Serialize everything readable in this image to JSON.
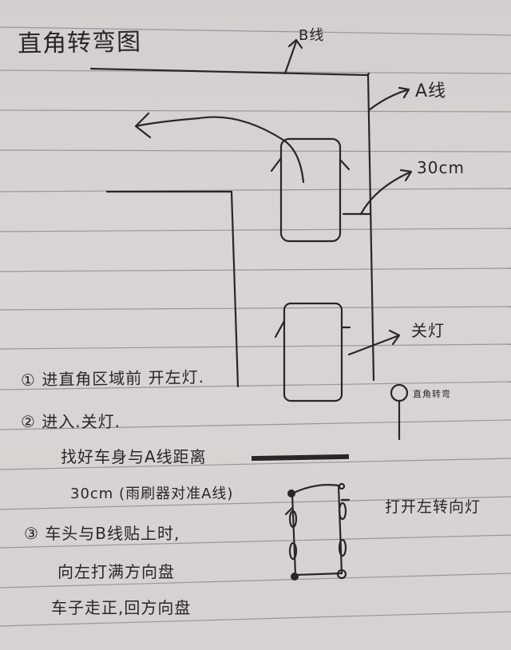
{
  "title": "直角转弯图",
  "labels": {
    "b_line": "B线",
    "a_line": "A线",
    "distance": "30cm",
    "lights_off": "关灯",
    "sign": "直角转弯",
    "turn_signal": "打开左转向灯"
  },
  "steps": [
    {
      "number": "①",
      "lines": [
        "进直角区域前 开左灯."
      ]
    },
    {
      "number": "②",
      "lines": [
        "进入.关灯.",
        "找好车身与A线距离",
        "30cm (雨刷器对准A线)"
      ]
    },
    {
      "number": "③",
      "lines": [
        "车头与B线贴上时,",
        "向左打满方向盘",
        "车子走正,回方向盘"
      ]
    }
  ],
  "colors": {
    "paper": "#d8d4d3",
    "ink": "#2a2626",
    "rule_line": "#8f8b8c"
  }
}
